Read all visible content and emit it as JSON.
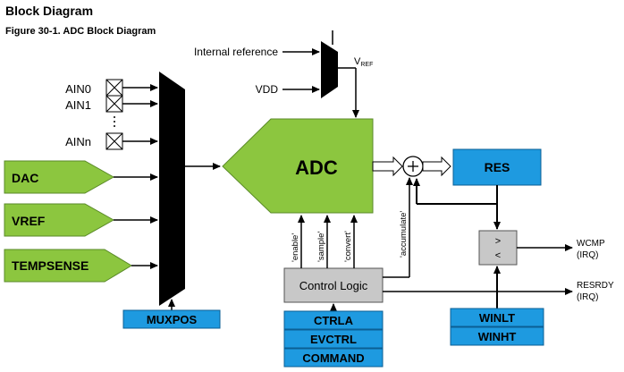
{
  "heading": "Block Diagram",
  "figure_caption": "Figure 30-1. ADC Block Diagram",
  "inputs": {
    "ain0": "AIN0",
    "ain1": "AIN1",
    "ellipsis": "·\n·\n·",
    "ainn": "AINn"
  },
  "sources": {
    "dac": "DAC",
    "vref": "VREF",
    "tempsense": "TEMPSENSE"
  },
  "reference": {
    "internal": "Internal reference",
    "vdd": "VDD",
    "vref_label_main": "V",
    "vref_label_sub": "REF"
  },
  "adc_label": "ADC",
  "res_label": "RES",
  "comparator": {
    "gt": ">",
    "lt": "<"
  },
  "control_logic": "Control Logic",
  "signals": {
    "enable": "'enable'",
    "sample": "'sample'",
    "convert": "'convert'",
    "accumulate": "'accumulate'"
  },
  "outputs": {
    "wcmp": "WCMP",
    "wcmp_irq": "(IRQ)",
    "resrdy": "RESRDY",
    "resrdy_irq": "(IRQ)"
  },
  "muxpos": "MUXPOS",
  "registers": [
    "CTRLA",
    "EVCTRL",
    "COMMAND"
  ],
  "window_registers": [
    "WINLT",
    "WINHT"
  ],
  "colors": {
    "green": "#8cc63f",
    "blue": "#1e9ae0",
    "gray": "#c8c8c8",
    "black": "#000000"
  }
}
